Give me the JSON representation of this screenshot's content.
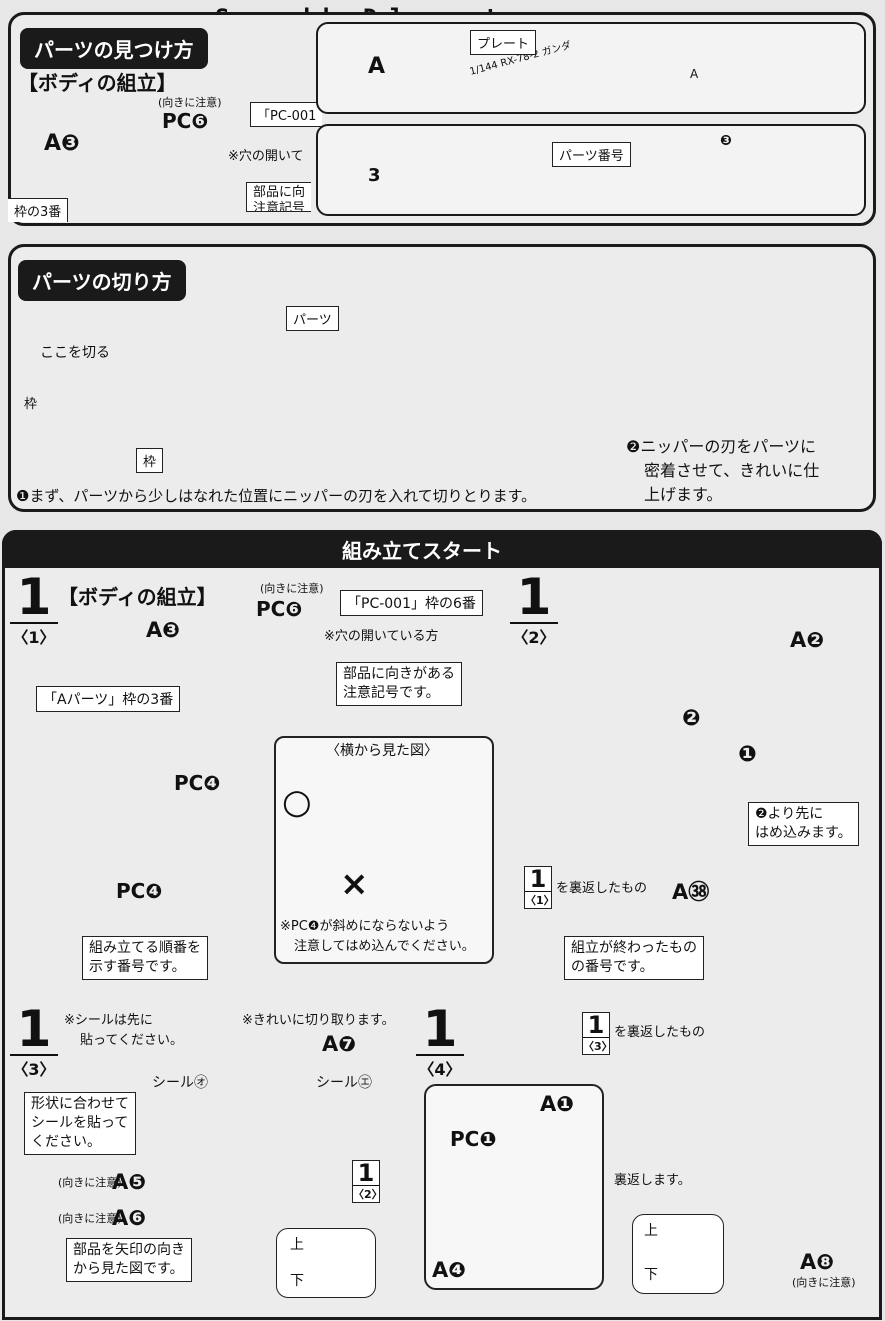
{
  "watermark": "Scanned by Dalong.net",
  "section_find": {
    "title": "パーツの見つけ方",
    "subtitle": "【ボディの組立】",
    "part_label": "A❸",
    "frame_note": "枠の3番",
    "attention": "(向きに注意)",
    "pc_label": "PC❻",
    "pc_box": "「PC-001",
    "hole_note": "※穴の開いて",
    "mark_note": "部品に向",
    "mark_note2": "注意記号",
    "plate_label": "プレート",
    "plate_text": "1/144 RX-78-2 ガンダ",
    "plate_letter": "A",
    "partno_label": "パーツ番号",
    "runner_num": "3",
    "grid_letter": "A",
    "grid_num": "❸"
  },
  "section_cut": {
    "title": "パーツの切り方",
    "cut_here": "ここを切る",
    "frame": "枠",
    "parts": "パーツ",
    "parts_frame": "枠",
    "step1": "❶まず、パーツから少しはなれた位置にニッパーの刃を入れて切りとります。",
    "step2_l1": "❷ニッパーの刃をパーツに",
    "step2_l2": "密着させて、きれいに仕",
    "step2_l3": "上げます。"
  },
  "section_start": {
    "title": "組み立てスタート"
  },
  "step1_1": {
    "num": "1",
    "sub": "〈1〉",
    "title": "【ボディの組立】",
    "part": "A❸",
    "attention": "(向きに注意)",
    "pc": "PC❻",
    "pc_box": "「PC-001」枠の6番",
    "hole_note": "※穴の開いている方",
    "mark_l1": "部品に向きがある",
    "mark_l2": "注意記号です。",
    "a_box": "「Aパーツ」枠の3番",
    "pc4_top": "PC❹",
    "pc4_bot": "PC❹",
    "side_view": "〈横から見た図〉",
    "ok": "○",
    "ng": "×",
    "pc4_note_l1": "※PC❹が斜めにならないよう",
    "pc4_note_l2": "注意してはめ込んでください。",
    "order_l1": "組み立てる順番を",
    "order_l2": "示す番号です。"
  },
  "step1_2": {
    "num": "1",
    "sub": "〈2〉",
    "part_a2": "A❷",
    "part_a38": "A㊳",
    "arrow1": "❶",
    "arrow2": "❷",
    "fit_l1": "❷より先に",
    "fit_l2": "はめ込みます。",
    "ref_num": "1",
    "ref_sub": "〈1〉",
    "ref_text": "を裏返したもの",
    "done_l1": "組立が終わったもの",
    "done_l2": "の番号です。"
  },
  "step1_3": {
    "num": "1",
    "sub": "〈3〉",
    "seal_note_l1": "※シールは先に",
    "seal_note_l2": "貼ってください。",
    "cut_note": "※きれいに切り取ります。",
    "part_a7": "A❼",
    "seal_o": "シール㋔",
    "seal_e": "シール㋓",
    "shape_l1": "形状に合わせて",
    "shape_l2": "シールを貼って",
    "shape_l3": "ください。",
    "attention1": "(向きに注意)",
    "part_a5": "A❺",
    "attention2": "(向きに注意)",
    "part_a6": "A❻",
    "ref_num": "1",
    "ref_sub": "〈2〉",
    "view_l1": "部品を矢印の向き",
    "view_l2": "から見た図です。",
    "up": "上",
    "down": "下"
  },
  "step1_4": {
    "num": "1",
    "sub": "〈4〉",
    "ref_num": "1",
    "ref_sub": "〈3〉",
    "ref_text": "を裏返したもの",
    "part_a1": "A❶",
    "pc1": "PC❶",
    "flip": "裏返します。",
    "part_a4": "A❹",
    "up": "上",
    "down": "下",
    "part_a8": "A❽",
    "attention": "(向きに注意)"
  }
}
